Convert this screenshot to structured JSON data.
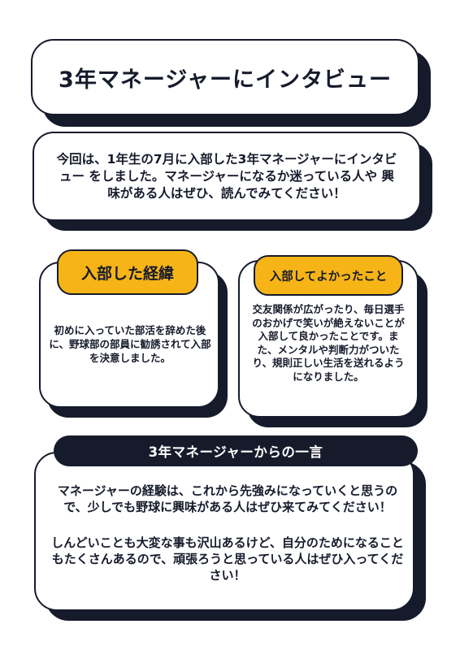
{
  "title": "3年マネージャーにインタビュー",
  "intro": "今回は、1年生の7月に入部した3年マネージャーにインタビュー をしました。マネージャーになるか迷っている人や 興味がある人はぜひ、読んでみてください！",
  "left_panel": {
    "label": "入部した経緯",
    "body": "初めに入っていた部活を辞めた後に、野球部の部員に勧誘されて入部を決意しました。"
  },
  "right_panel": {
    "label": "入部してよかったこと",
    "body": "交友関係が広がったり、毎日選手のおかげで笑いが絶えないことが入部して良かったことです。また、メンタルや判断力がついたり、規則正しい生活を送れるようになりました。"
  },
  "bottom_panel": {
    "header": "3年マネージャーからの一言",
    "paragraphs": [
      "マネージャーの経験は、これから先強みになっていくと思うので、少しでも野球に興味がある人はぜひ来てみてください！",
      "しんどいことも大変な事も沢山あるけど、自分のためになることもたくさんあるので、頑張ろうと思っている人はぜひ入ってください！"
    ]
  },
  "colors": {
    "accent": "#f6b416",
    "dark": "#161b2c"
  }
}
